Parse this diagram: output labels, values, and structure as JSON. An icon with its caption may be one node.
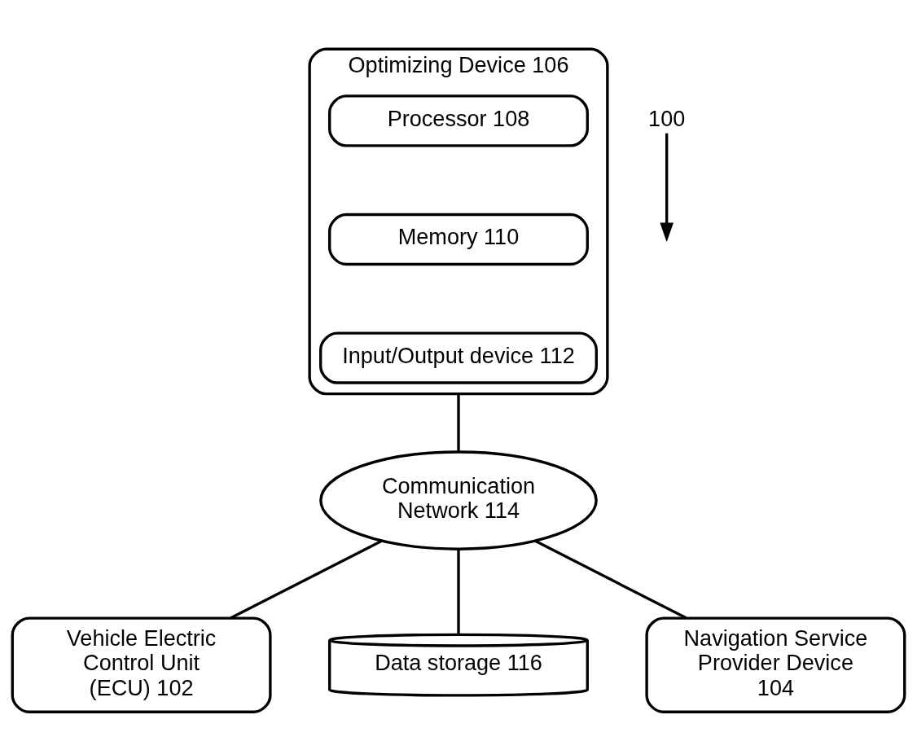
{
  "diagram": {
    "nodes": [
      {
        "text": [
          "Optimizing Device 106"
        ]
      },
      {
        "text": [
          "Processor 108"
        ],
        "in": 0
      },
      {
        "text": [
          "Memory 110"
        ],
        "in": 0
      },
      {
        "text": [
          "Input/Output device 112"
        ],
        "in": 0
      },
      {
        "text": [
          "Communication Network 114"
        ]
      },
      {
        "text": [
          "Vehicle Electric Control Unit (ECU) 102"
        ]
      },
      {
        "text": [
          "Data storage 116"
        ]
      },
      {
        "text": [
          "Navigation Service Provider Device 104"
        ]
      },
      {
        "text": [
          "100"
        ]
      }
    ],
    "edges": [
      {
        "from": 0,
        "to": 4,
        "arrow": "none"
      },
      {
        "from": 4,
        "to": 5,
        "arrow": "none"
      },
      {
        "from": 4,
        "to": 6,
        "arrow": "none"
      },
      {
        "from": 4,
        "to": 7,
        "arrow": "none"
      },
      {
        "from": 8,
        "to": null,
        "arrow": "to"
      }
    ]
  }
}
